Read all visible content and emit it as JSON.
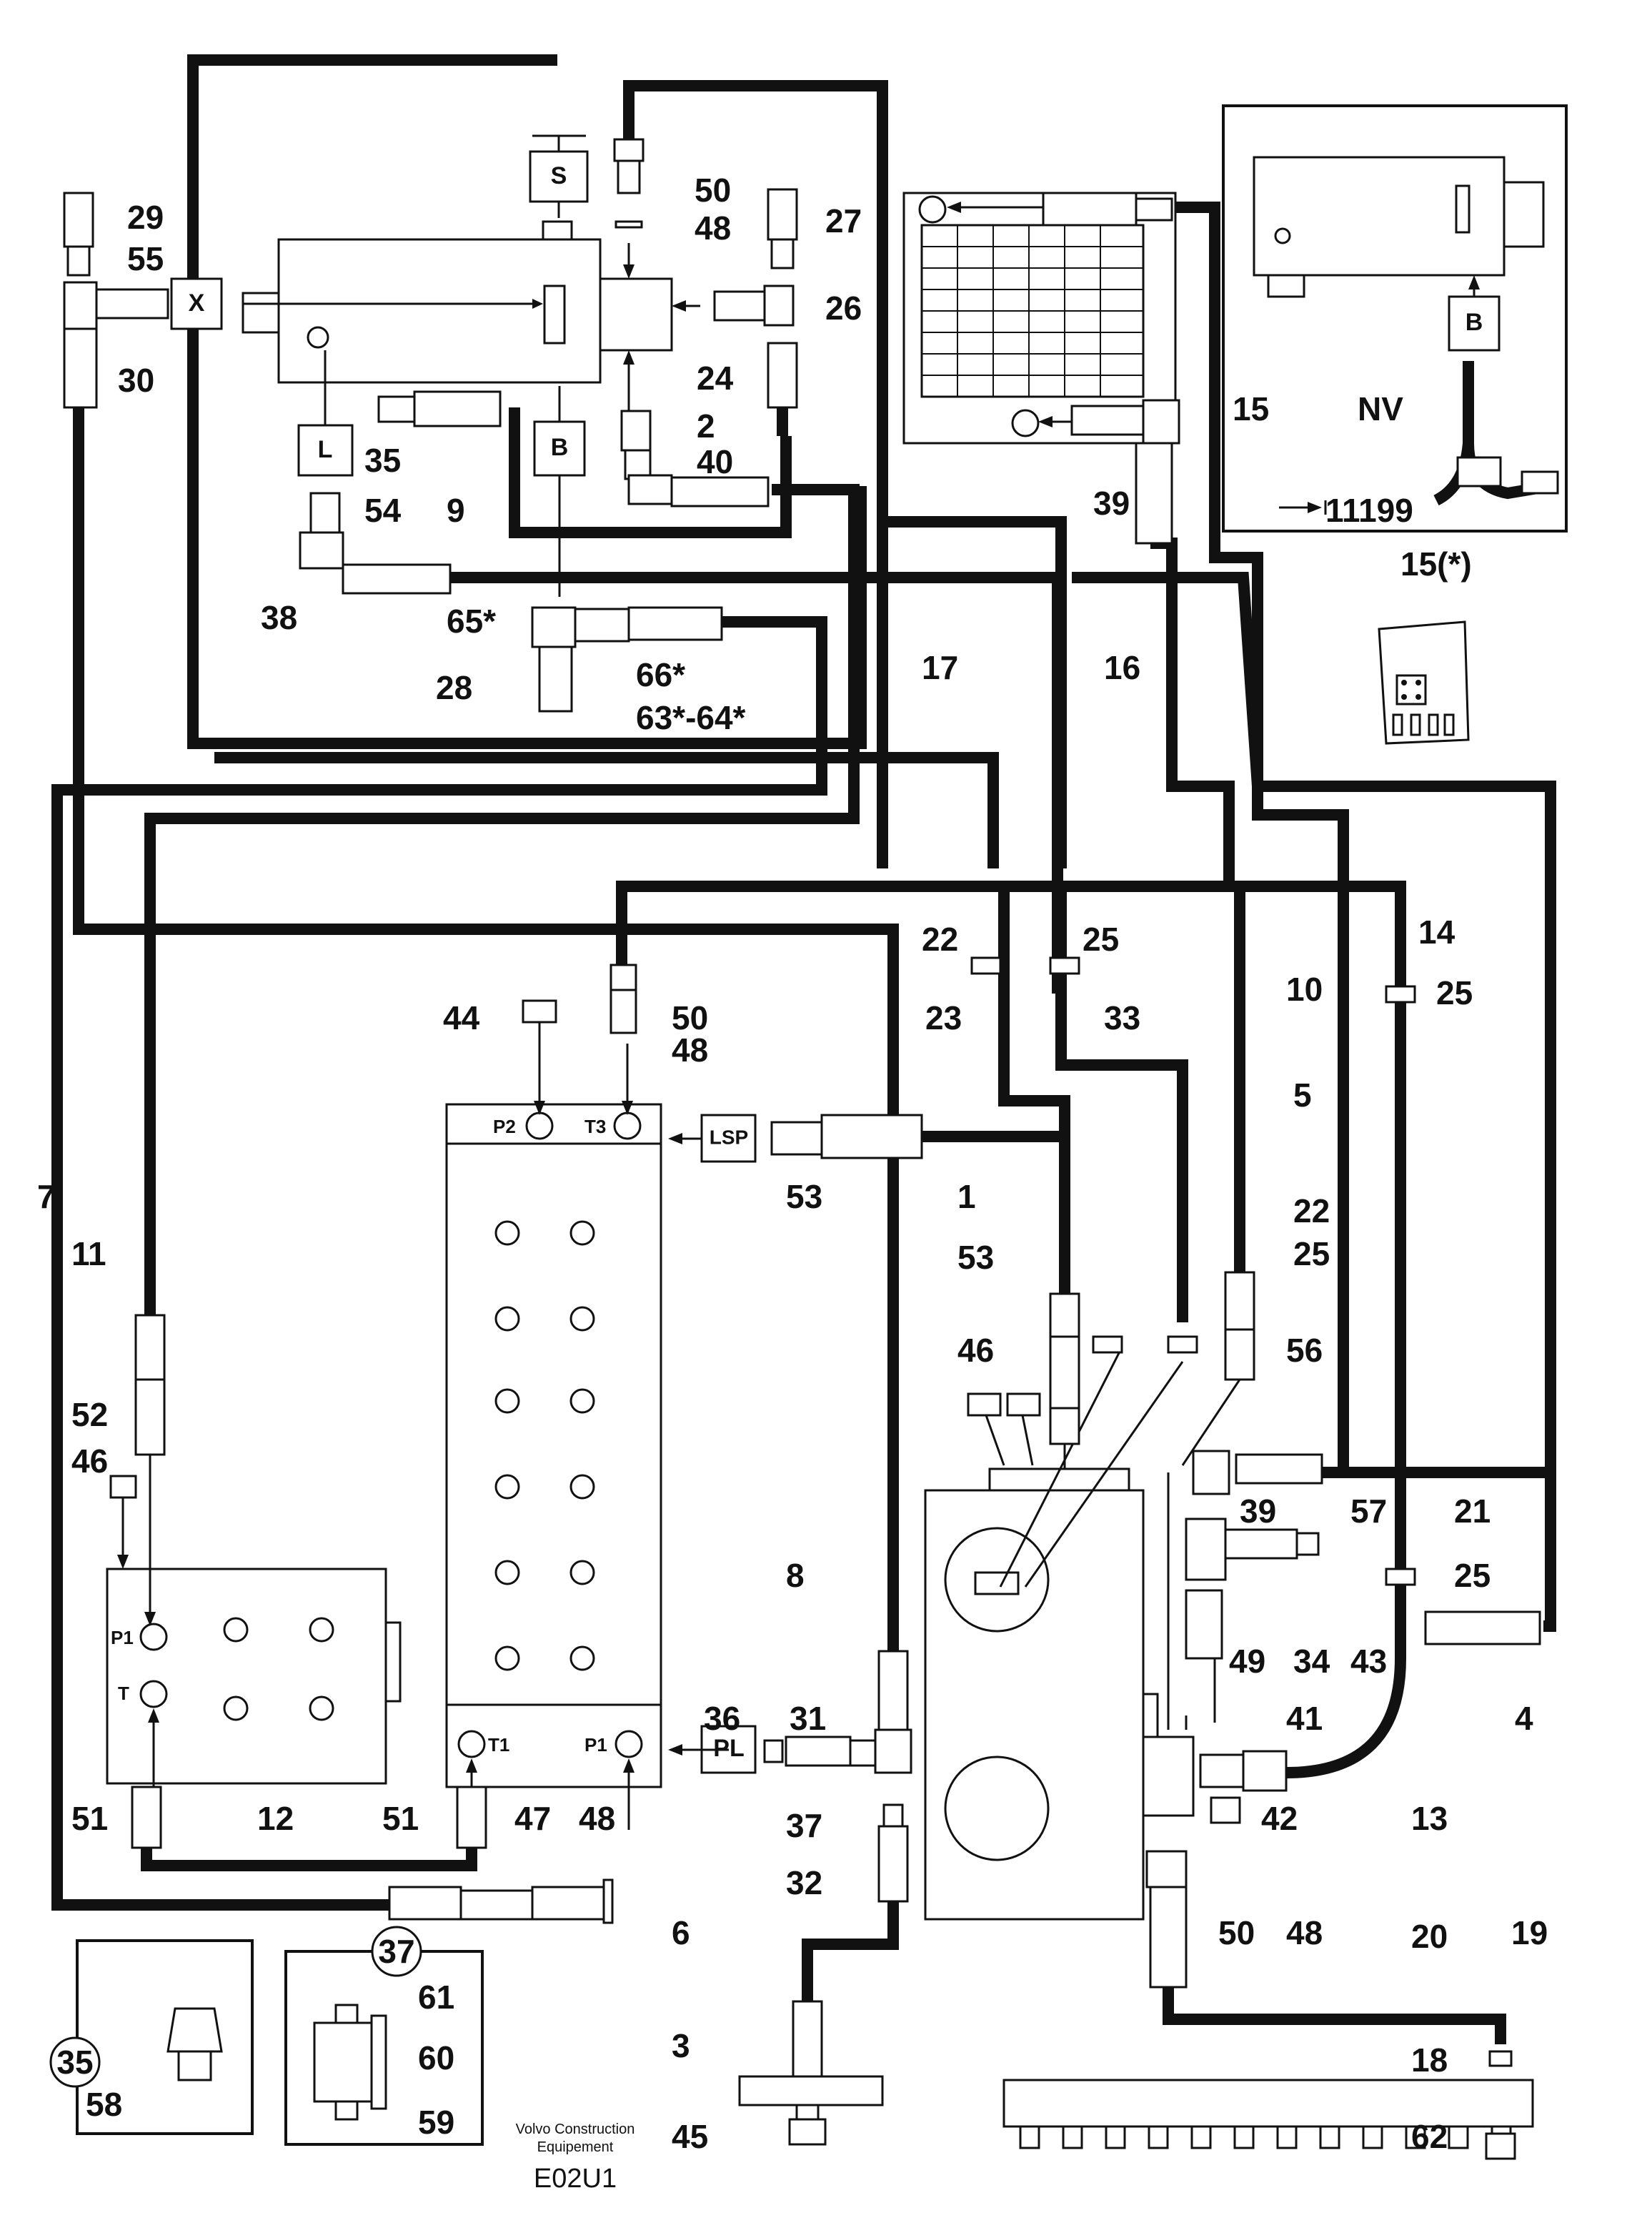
{
  "boxes": {
    "S": "S",
    "X": "X",
    "L": "L",
    "B_top": "B",
    "B_inset": "B",
    "LSP": "LSP",
    "PL": "PL"
  },
  "ports": {
    "P2": "P2",
    "T3": "T3",
    "P1_left": "P1",
    "T_left": "T",
    "T1": "T1",
    "P1_main": "P1"
  },
  "callouts": {
    "c29": "29",
    "c55": "55",
    "c30": "30",
    "c50_top": "50",
    "c48_top": "48",
    "c27": "27",
    "c26": "26",
    "c24": "24",
    "c2": "2",
    "c40": "40",
    "c35": "35",
    "c54": "54",
    "c9": "9",
    "c38": "38",
    "c65": "65*",
    "c66": "66*",
    "c28": "28",
    "c6364": "63*-64*",
    "c17": "17",
    "c16": "16",
    "c39_top": "39",
    "c15": "15",
    "c11199": "11199",
    "c15star": "15(*)",
    "c22_top": "22",
    "c25_top": "25",
    "c14": "14",
    "c25_14": "25",
    "c23": "23",
    "c33": "33",
    "c10": "10",
    "c5": "5",
    "c44": "44",
    "c50_mid": "50",
    "c48_mid": "48",
    "c7": "7",
    "c11": "11",
    "c53_lsp": "53",
    "c1": "1",
    "c22_mid": "22",
    "c25_mid": "25",
    "c53_mid": "53",
    "c46_mid": "46",
    "c56": "56",
    "c52": "52",
    "c46_left": "46",
    "c39_right": "39",
    "c57": "57",
    "c21": "21",
    "c8": "8",
    "c25_right": "25",
    "c49": "49",
    "c34": "34",
    "c43": "43",
    "c4": "4",
    "c36": "36",
    "c31": "31",
    "c41": "41",
    "c37": "37",
    "c13": "13",
    "c42": "42",
    "c51_left": "51",
    "c12": "12",
    "c51_right": "51",
    "c47": "47",
    "c48_bottom": "48",
    "c32": "32",
    "c50_bottom": "50",
    "c48_right": "48",
    "c20": "20",
    "c19": "19",
    "c6": "6",
    "c3": "3",
    "c18": "18",
    "c45": "45",
    "c62": "62",
    "c35_circle": "35",
    "c58": "58",
    "c37_circle": "37",
    "c61": "61",
    "c60": "60",
    "c59": "59"
  },
  "inset_label": "NV",
  "caption": {
    "line1": "Volvo Construction",
    "line2": "Equipement",
    "code": "E02U1"
  }
}
